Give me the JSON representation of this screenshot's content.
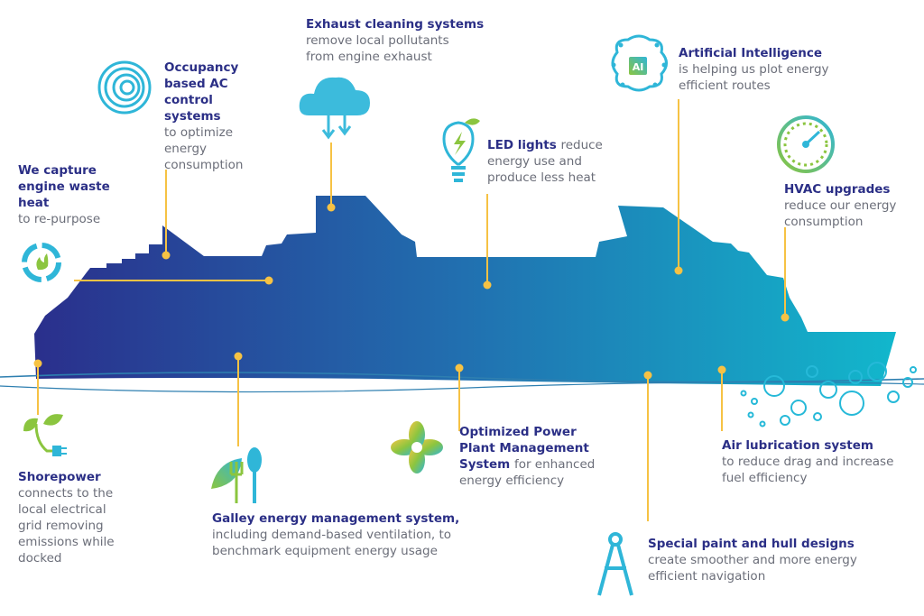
{
  "colors": {
    "title": "#2b2f86",
    "body": "#6b6e79",
    "connector": "#f6c244",
    "ship_stern": "#2a2f8c",
    "ship_bow": "#14b4cc",
    "water": "#2e7fb0"
  },
  "callouts": {
    "waste_heat": {
      "icon": "recycle-flame-icon",
      "title": "We capture engine waste heat",
      "text": "to re-purpose"
    },
    "occupancy_ac": {
      "icon": "swirl-icon",
      "title": "Occupancy based AC control systems",
      "text": "to optimize energy consumption"
    },
    "exhaust": {
      "icon": "cloud-arrows-icon",
      "title": "Exhaust cleaning systems",
      "text": "remove local pollutants from engine exhaust"
    },
    "led": {
      "icon": "lightbulb-icon",
      "title": "LED lights",
      "text": "reduce energy use and produce less heat"
    },
    "ai": {
      "icon": "ai-brain-icon",
      "title": "Artificial Intelligence",
      "text": "is helping us plot energy efficient routes"
    },
    "hvac": {
      "icon": "gauge-icon",
      "title": "HVAC upgrades",
      "text": "reduce our energy consumption"
    },
    "shorepower": {
      "icon": "plug-leaf-icon",
      "title": "Shorepower",
      "text": "connects to the local electrical grid removing emissions while docked"
    },
    "galley": {
      "icon": "utensils-leaf-icon",
      "title": "Galley energy management system,",
      "text": "including demand-based ventilation, to benchmark equipment energy usage"
    },
    "power_plant": {
      "icon": "propeller-icon",
      "title": "Optimized Power Plant Management System",
      "text": "for enhanced energy efficiency"
    },
    "air_lubrication": {
      "icon": "bubbles-icon",
      "title": "Air lubrication system",
      "text": "to reduce drag and increase fuel efficiency"
    },
    "paint": {
      "icon": "compass-icon",
      "title": "Special paint and hull designs",
      "text": "create smoother and more energy efficient navigation"
    }
  }
}
